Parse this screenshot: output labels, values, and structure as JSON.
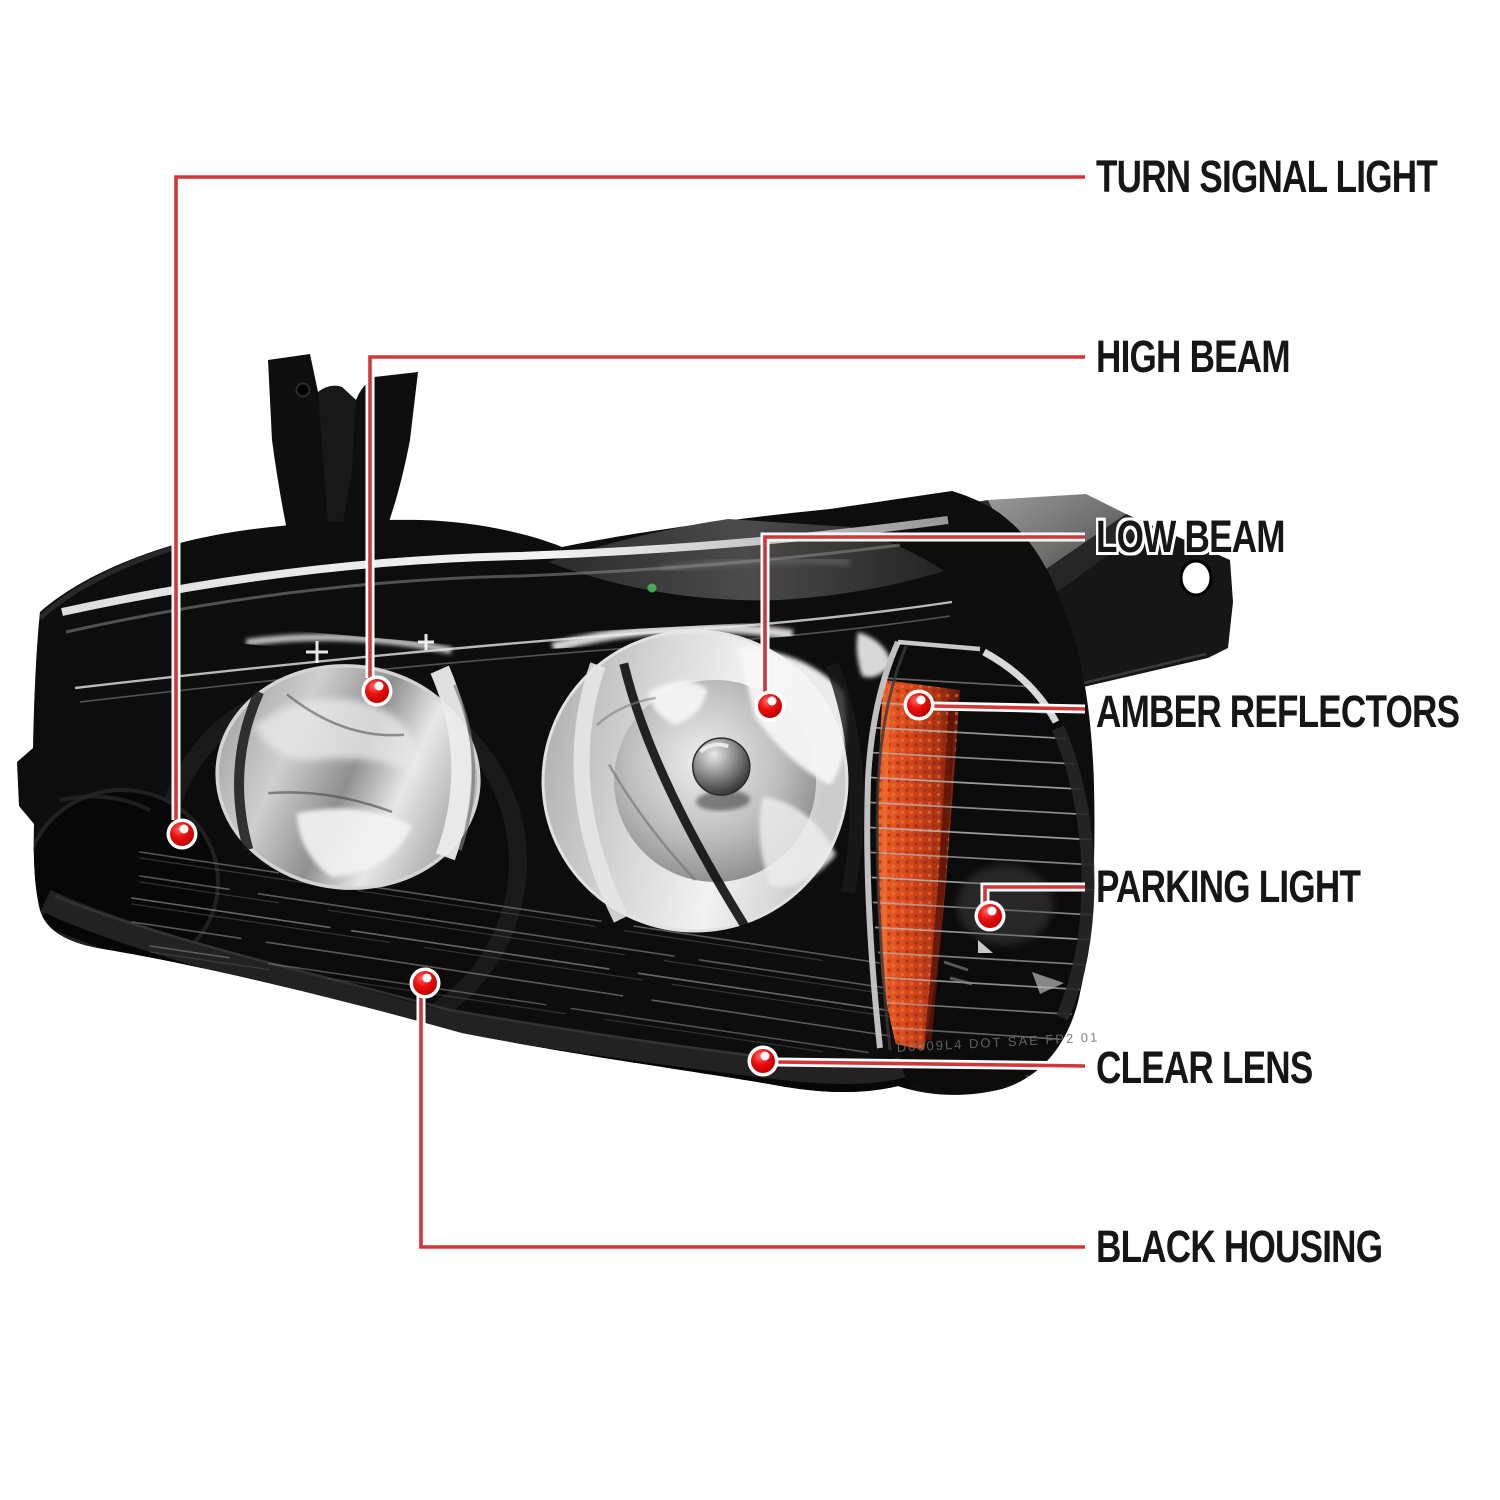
{
  "figure": {
    "type": "annotated-product-diagram",
    "subject": "headlight-assembly",
    "background_color": "#ffffff",
    "leader_line_color": "#d23737",
    "marker_color": "#e80c0c",
    "label_text_color": "#161616",
    "housing_color": "#0d0d0d",
    "amber_color": "#d9481e",
    "callouts": [
      {
        "id": "turn-signal-light",
        "label": "TURN SIGNAL LIGHT"
      },
      {
        "id": "high-beam",
        "label": "HIGH BEAM"
      },
      {
        "id": "low-beam",
        "label": "LOW BEAM"
      },
      {
        "id": "amber-reflectors",
        "label": "AMBER REFLECTORS"
      },
      {
        "id": "parking-light",
        "label": "PARKING LIGHT"
      },
      {
        "id": "clear-lens",
        "label": "CLEAR LENS"
      },
      {
        "id": "black-housing",
        "label": "BLACK HOUSING"
      }
    ],
    "lens_stamp": "D0009L4 DOT SAE FP2 01"
  }
}
